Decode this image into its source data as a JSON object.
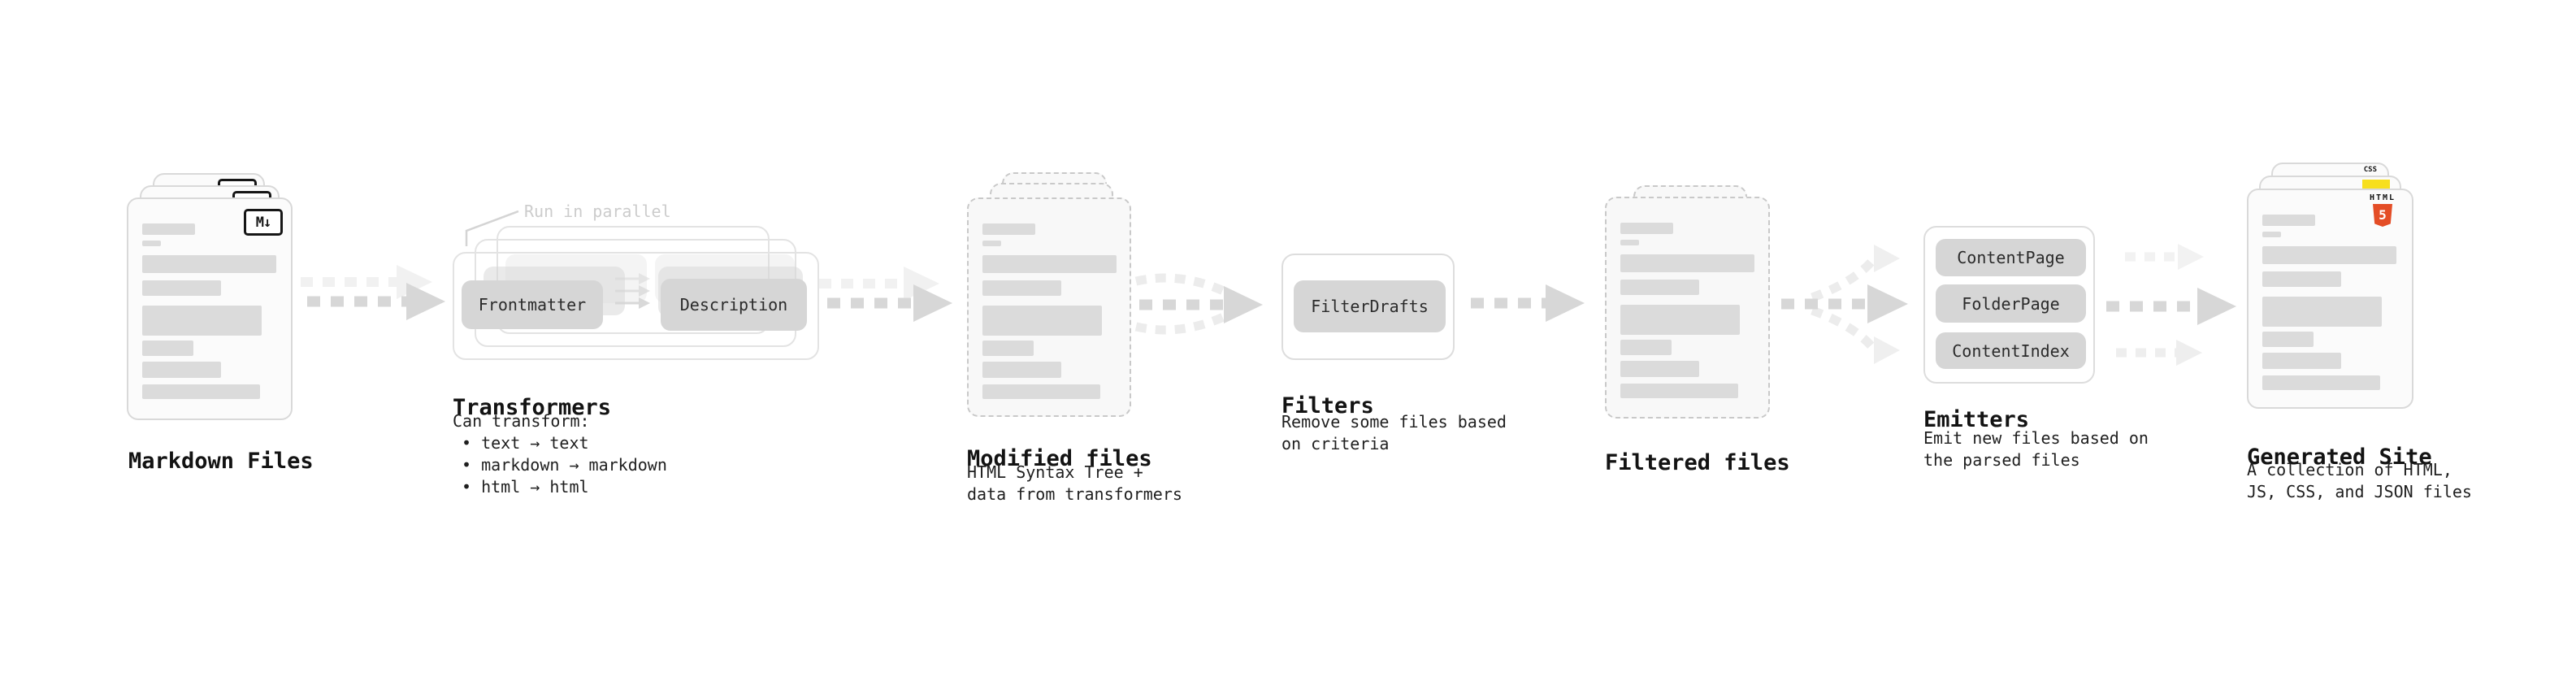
{
  "stages": {
    "markdown": {
      "label": "Markdown Files",
      "badge": "M↓"
    },
    "transformers": {
      "callout": "Run in parallel",
      "buttons": [
        "Frontmatter",
        "Description"
      ],
      "label": "Transformers",
      "desc_title": "Can transform:",
      "bullets": [
        "• text → text",
        "• markdown → markdown",
        "• html → html"
      ]
    },
    "modified": {
      "label": "Modified files",
      "desc": "HTML Syntax Tree +\ndata from transformers"
    },
    "filters": {
      "buttons": [
        "FilterDrafts"
      ],
      "label": "Filters",
      "desc": "Remove some files based\non criteria"
    },
    "filtered": {
      "label": "Filtered files"
    },
    "emitters": {
      "buttons": [
        "ContentPage",
        "FolderPage",
        "ContentIndex"
      ],
      "label": "Emitters",
      "desc": "Emit new files based on\nthe parsed files"
    },
    "generated": {
      "label": "Generated Site",
      "desc": "A collection of HTML,\nJS, CSS, and JSON files",
      "badges": {
        "css": "CSS",
        "html": "HTML",
        "html5_number": "5"
      }
    }
  },
  "colors": {
    "css_blue": "#2965f1",
    "js_yellow": "#f7df1e",
    "html_orange": "#e44d26"
  }
}
